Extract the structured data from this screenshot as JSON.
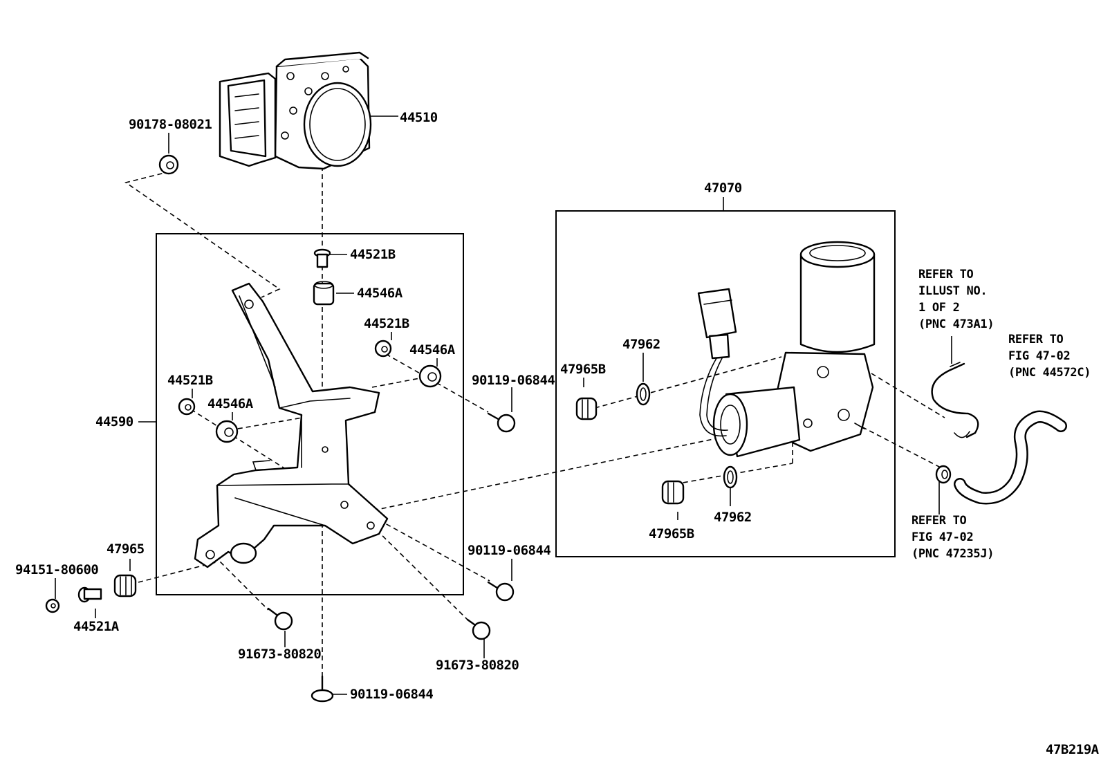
{
  "labels": {
    "abs_actuator": "44510",
    "nut_top": "90178-08021",
    "bracket": "44590",
    "collar_center": "44521B",
    "cushion_center": "44546A",
    "collar_right": "44521B",
    "cushion_right": "44546A",
    "collar_left": "44521B",
    "cushion_left": "44546A",
    "bolt_upper_right": "90119-06844",
    "bolt_mid_right": "90119-06844",
    "bolt_bottom": "90119-06844",
    "bolt_lower_left": "91673-80820",
    "bolt_lower_right": "91673-80820",
    "cushion_outer": "47965",
    "nut_outer": "94151-80600",
    "collar_outer": "44521A",
    "pump_assy": "47070",
    "cushion_pump_upper": "47965B",
    "cushion_pump_lower": "47965B",
    "ring_upper": "47962",
    "ring_lower": "47962",
    "diagram_code": "47B219A"
  },
  "notes": {
    "illust": [
      "REFER TO",
      "ILLUST NO.",
      "1 OF 2",
      "(PNC 473A1)"
    ],
    "hose": [
      "REFER TO",
      "FIG 47-02",
      "(PNC 44572C)"
    ],
    "clip": [
      "REFER TO",
      "FIG 47-02",
      "(PNC 47235J)"
    ]
  }
}
